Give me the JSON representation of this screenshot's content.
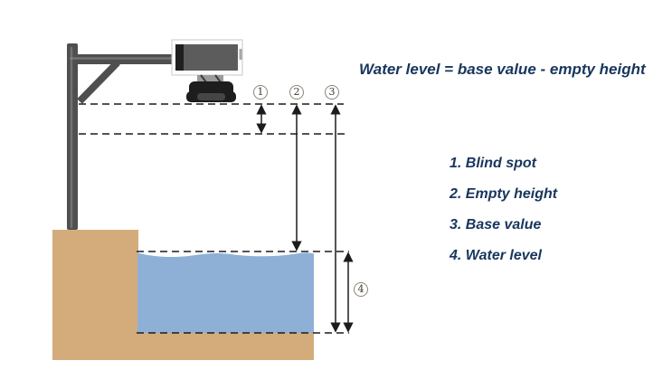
{
  "formula": "Water level = base value - empty height",
  "legend": {
    "items": [
      {
        "label": "1. Blind spot"
      },
      {
        "label": "2. Empty height"
      },
      {
        "label": "3. Base value"
      },
      {
        "label": "4. Water level"
      }
    ]
  },
  "markers": {
    "blind_spot": "1",
    "empty_height": "2",
    "base_value": "3",
    "water_level": "4"
  },
  "colors": {
    "text_navy": "#17365d",
    "ground_tan": "#d4ac7b",
    "water_blue": "#8fb0d6",
    "line_black": "#1c1c1c",
    "pole_gray": "#4f4f4f"
  }
}
